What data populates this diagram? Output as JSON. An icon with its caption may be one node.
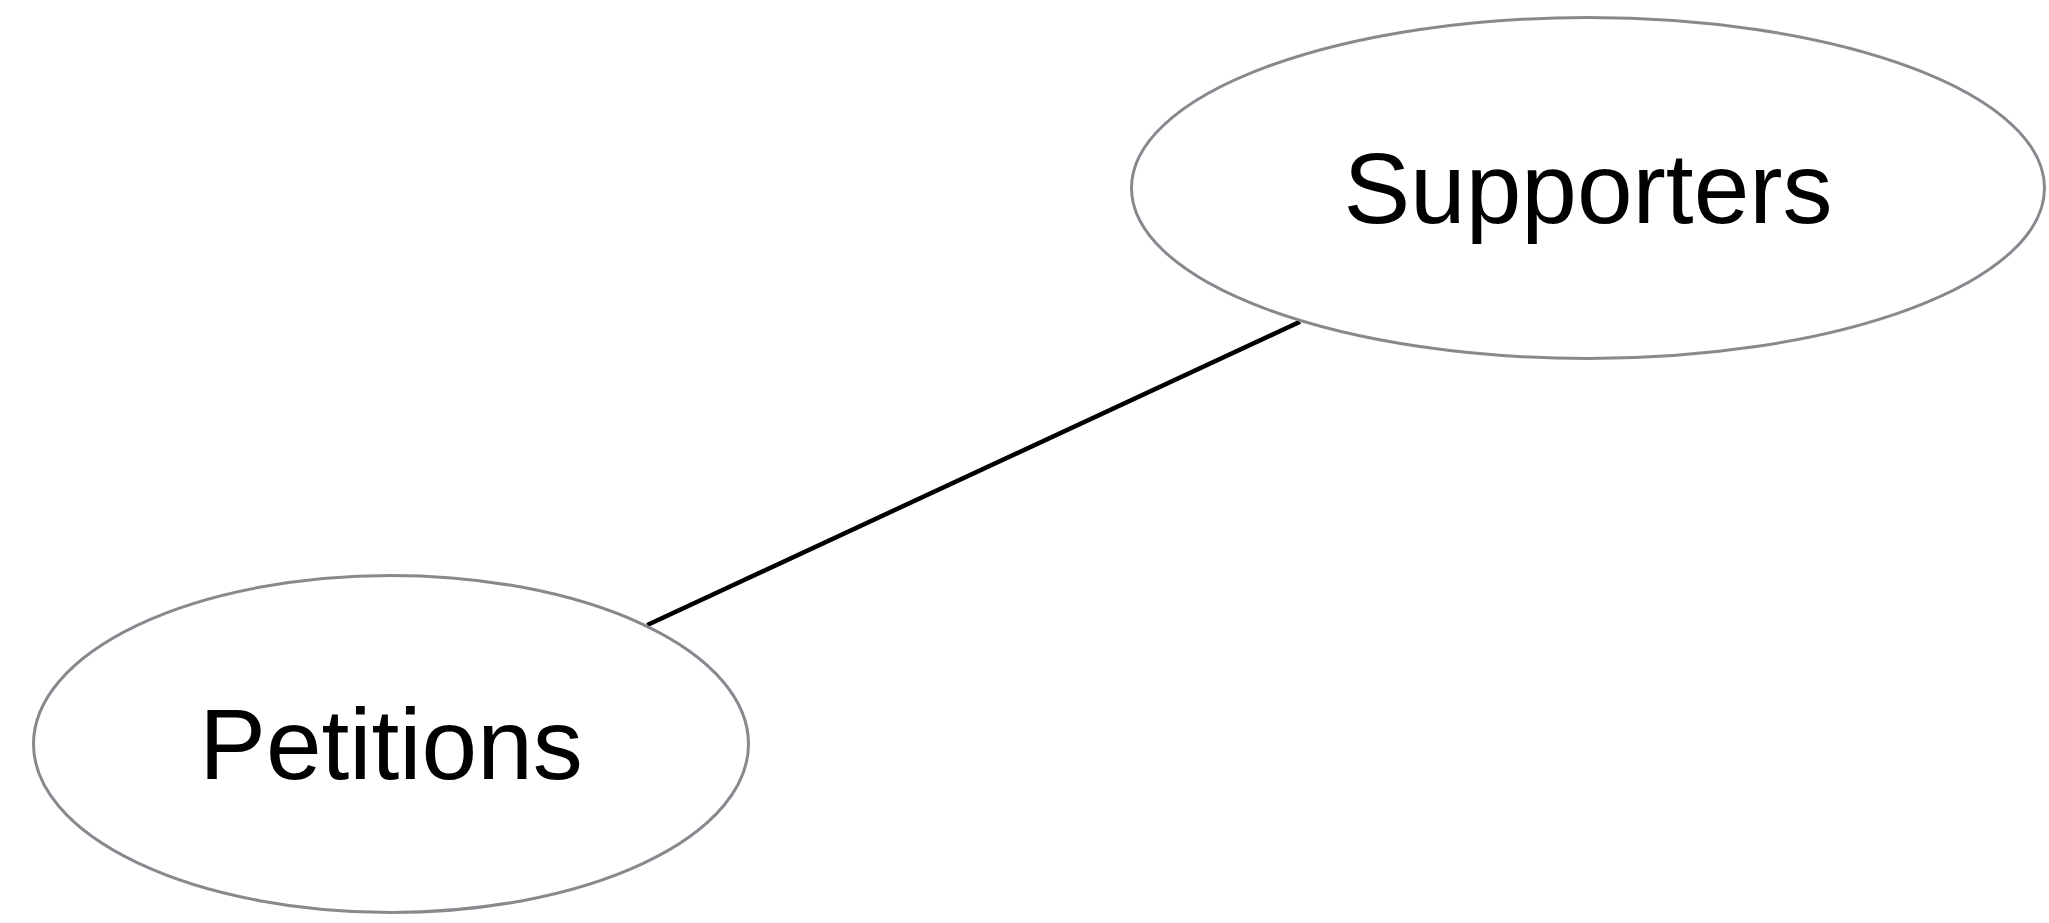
{
  "diagram": {
    "nodes": [
      {
        "text": [
          "Supporters"
        ]
      },
      {
        "text": [
          "Petitions"
        ]
      }
    ],
    "edges": [
      {
        "from": 1,
        "to": 0,
        "arrow": "none"
      }
    ]
  }
}
